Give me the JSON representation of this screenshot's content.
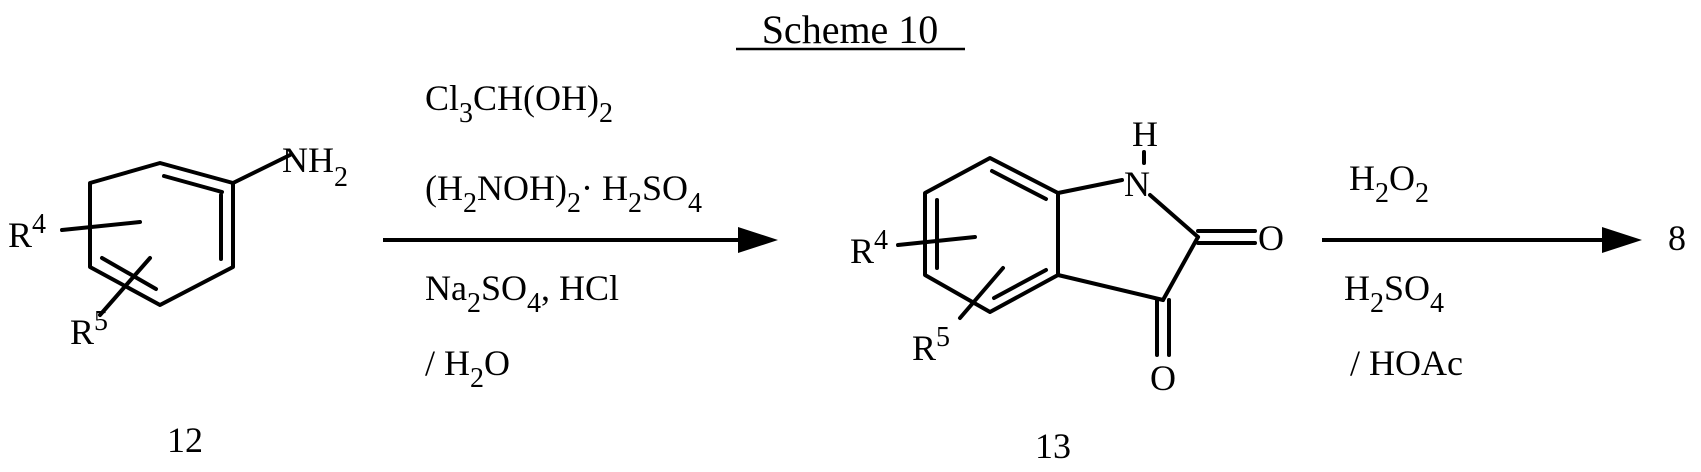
{
  "title": "Scheme 10",
  "compounds": {
    "aniline": {
      "label": "12",
      "nh2": {
        "main": "NH",
        "sub": "2"
      },
      "r4": {
        "main": "R",
        "sup": "4"
      },
      "r5": {
        "main": "R",
        "sup": "5"
      }
    },
    "isatin": {
      "label": "13",
      "h": "H",
      "n": "N",
      "o1": "O",
      "o2": "O",
      "r4": {
        "main": "R",
        "sup": "4"
      },
      "r5": {
        "main": "R",
        "sup": "5"
      }
    },
    "product": {
      "label": "8"
    }
  },
  "step1": {
    "reagent1": {
      "a": "Cl",
      "a_sub": "3",
      "b": "CH(OH)",
      "b_sub": "2"
    },
    "reagent2": {
      "a": "(H",
      "a_sub": "2",
      "b": "NOH)",
      "b_sub": "2",
      "c": "· H",
      "c_sub": "2",
      "d": "SO",
      "d_sub": "4"
    },
    "reagent3": {
      "a": "Na",
      "a_sub": "2",
      "b": "SO",
      "b_sub": "4",
      "c": ", HCl"
    },
    "reagent4": {
      "a": "/ H",
      "a_sub": "2",
      "b": "O"
    }
  },
  "step2": {
    "reagent1": {
      "a": "H",
      "a_sub": "2",
      "b": "O",
      "b_sub": "2"
    },
    "reagent2": {
      "a": "H",
      "a_sub": "2",
      "b": "SO",
      "b_sub": "4"
    },
    "reagent3": {
      "a": "/ HOAc"
    }
  }
}
